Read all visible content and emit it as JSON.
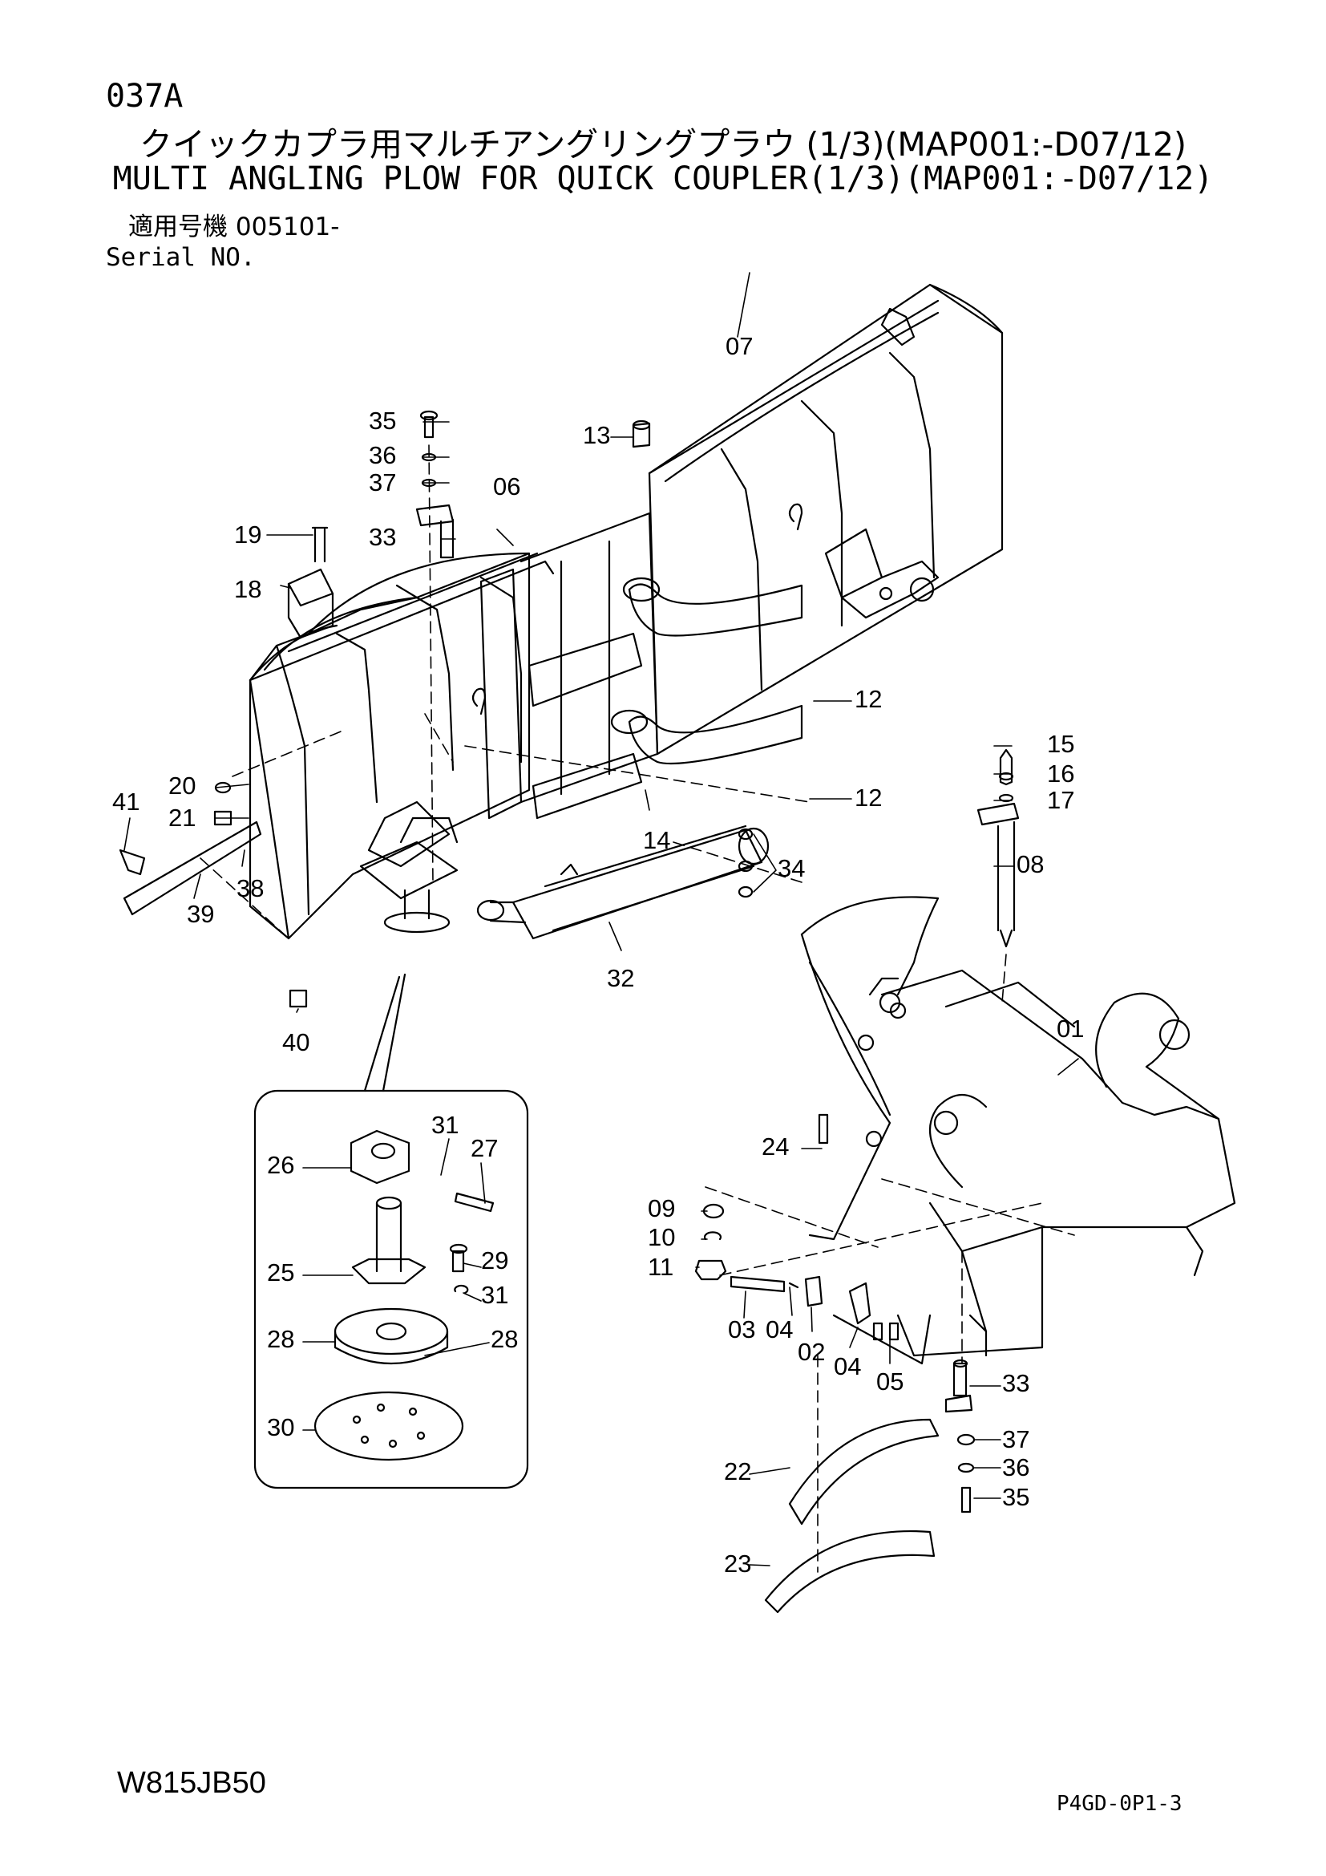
{
  "header": {
    "page_code": "037A",
    "title_ja": "クイックカプラ用マルチアングリングプラウ (1/3)(MAP001:-D07/12)",
    "title_en": "MULTI ANGLING PLOW FOR QUICK COUPLER(1/3)(MAP001:-D07/12)",
    "serial_label_ja": "適用号機 005101-",
    "serial_label_en": "Serial NO."
  },
  "footer": {
    "model_code": "W815JB50",
    "drawing_code": "P4GD-0P1-3"
  },
  "callouts": {
    "c01": "01",
    "c02": "02",
    "c03": "03",
    "c04a": "04",
    "c04b": "04",
    "c05": "05",
    "c06": "06",
    "c07": "07",
    "c08": "08",
    "c09": "09",
    "c10": "10",
    "c11": "11",
    "c12a": "12",
    "c12b": "12",
    "c13": "13",
    "c14": "14",
    "c15": "15",
    "c16": "16",
    "c17": "17",
    "c18": "18",
    "c19": "19",
    "c20": "20",
    "c21": "21",
    "c22": "22",
    "c23": "23",
    "c24": "24",
    "c25": "25",
    "c26": "26",
    "c27": "27",
    "c28a": "28",
    "c28b": "28",
    "c29": "29",
    "c30": "30",
    "c31a": "31",
    "c31b": "31",
    "c32": "32",
    "c33a": "33",
    "c33b": "33",
    "c34": "34",
    "c35a": "35",
    "c35b": "35",
    "c36a": "36",
    "c36b": "36",
    "c37a": "37",
    "c37b": "37",
    "c38": "38",
    "c39": "39",
    "c40": "40",
    "c41": "41"
  },
  "colors": {
    "line": "#000000",
    "background": "#ffffff"
  }
}
